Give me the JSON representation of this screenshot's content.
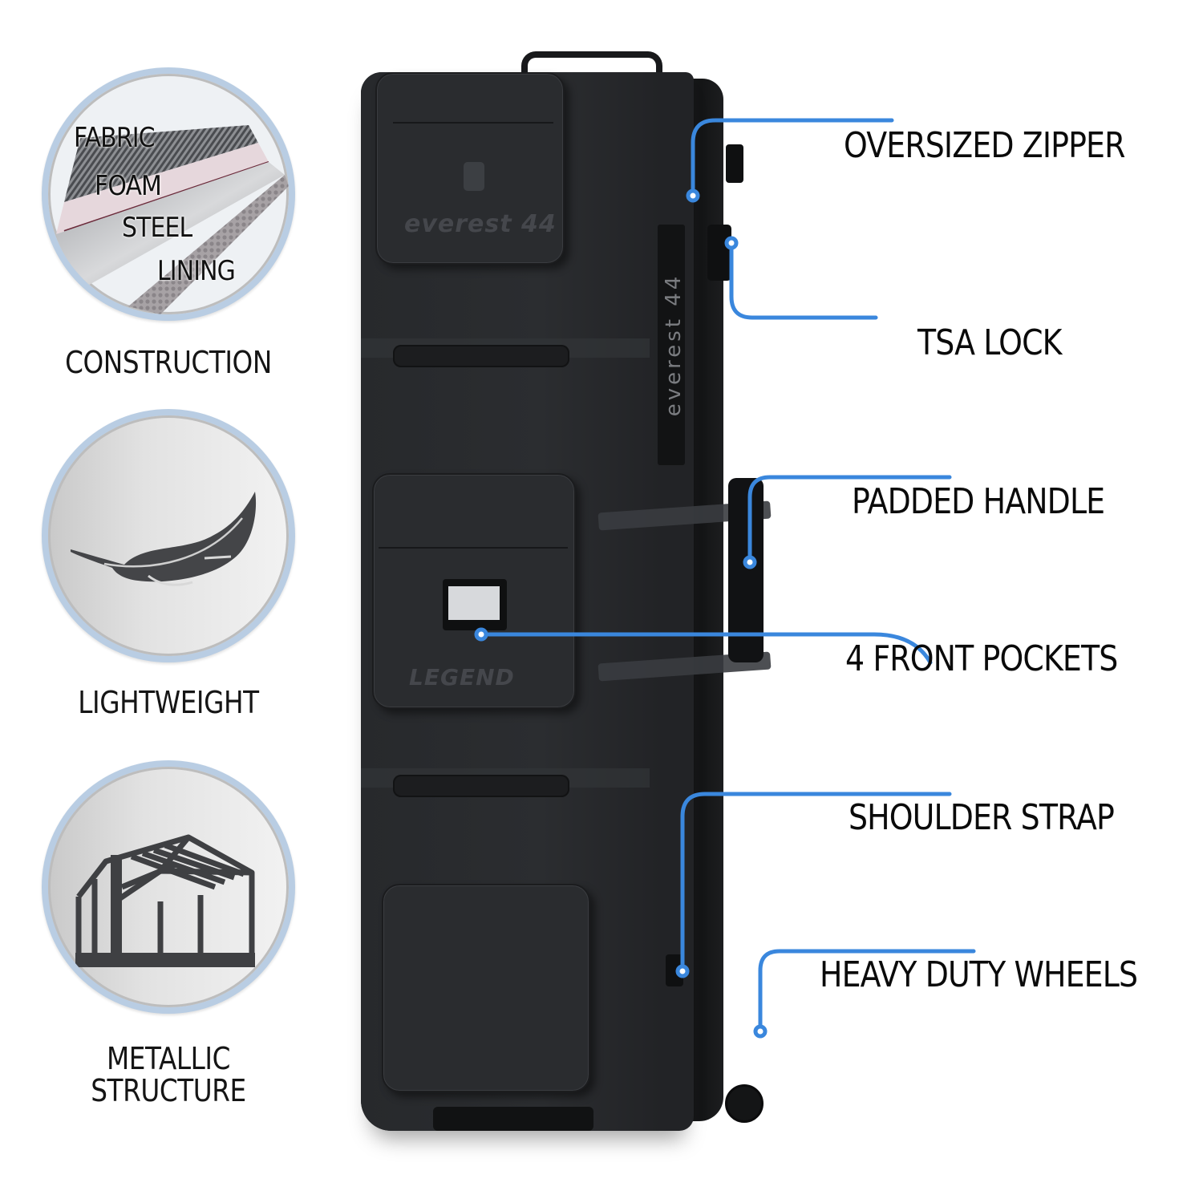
{
  "features": [
    {
      "label": "CONSTRUCTION",
      "icon": "layered-material-icon",
      "layers": [
        "FABRIC",
        "FOAM",
        "STEEL",
        "LINING"
      ]
    },
    {
      "label": "LIGHTWEIGHT",
      "icon": "feather-icon"
    },
    {
      "label_line1": "METALLIC",
      "label_line2": "STRUCTURE",
      "icon": "building-frame-icon"
    }
  ],
  "product": {
    "brand_logo": "LEGEND",
    "model_logo": "everest 44",
    "side_logo": "everest 44"
  },
  "callouts": [
    {
      "label": "OVERSIZED ZIPPER"
    },
    {
      "label": "TSA LOCK"
    },
    {
      "label": "PADDED HANDLE"
    },
    {
      "label": "4 FRONT POCKETS"
    },
    {
      "label": "SHOULDER STRAP"
    },
    {
      "label": "HEAVY DUTY WHEELS"
    }
  ],
  "colors": {
    "accent_blue": "#3a87dd",
    "ring_blue": "#b9cde3",
    "bag_black": "#222326",
    "text": "#0a0a0a"
  }
}
